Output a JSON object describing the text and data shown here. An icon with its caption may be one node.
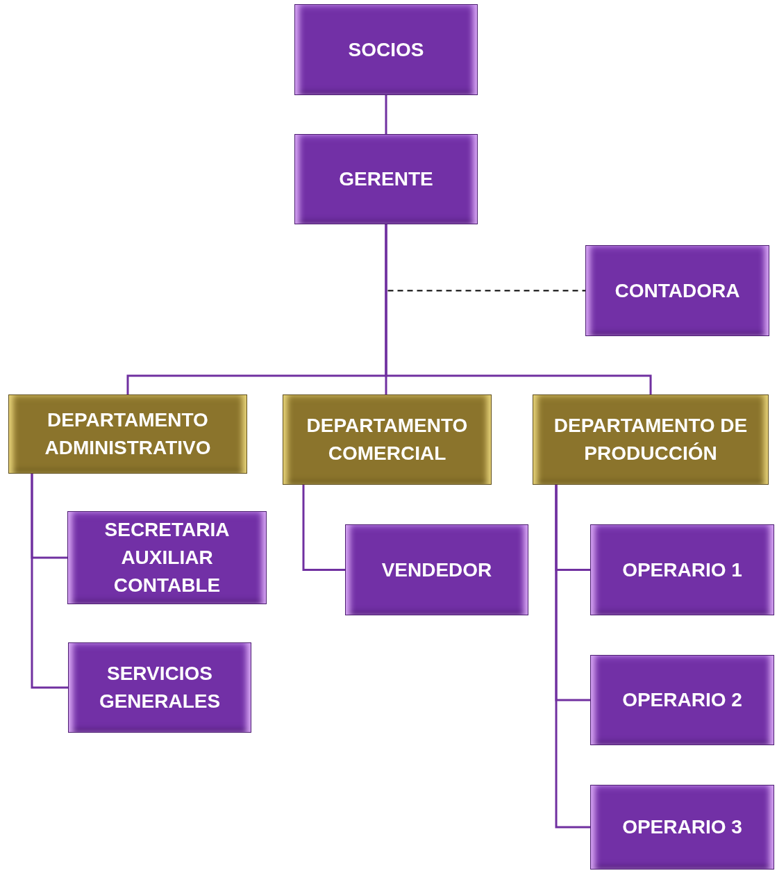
{
  "diagram": {
    "nodes": [
      {
        "text": [
          "SOCIOS"
        ]
      },
      {
        "text": [
          "GERENTE"
        ]
      },
      {
        "text": [
          "CONTADORA"
        ]
      },
      {
        "text": [
          "DEPARTAMENTO ADMINISTRATIVO"
        ]
      },
      {
        "text": [
          "DEPARTAMENTO COMERCIAL"
        ]
      },
      {
        "text": [
          "DEPARTAMENTO DE PRODUCCIÓN"
        ]
      },
      {
        "text": [
          "SECRETARIA AUXILIAR CONTABLE"
        ]
      },
      {
        "text": [
          "SERVICIOS GENERALES"
        ]
      },
      {
        "text": [
          "VENDEDOR"
        ]
      },
      {
        "text": [
          "OPERARIO 1"
        ]
      },
      {
        "text": [
          "OPERARIO 2"
        ]
      },
      {
        "text": [
          "OPERARIO 3"
        ]
      }
    ],
    "edges": [
      {
        "from": 0,
        "to": 1,
        "arrow": "none"
      },
      {
        "from": 1,
        "to": 2,
        "arrow": "none",
        "style": "dashed",
        "color": "#000000"
      },
      {
        "from": 1,
        "to": 3,
        "arrow": "none"
      },
      {
        "from": 1,
        "to": 4,
        "arrow": "none"
      },
      {
        "from": 1,
        "to": 5,
        "arrow": "none"
      },
      {
        "from": 3,
        "to": 6,
        "arrow": "none"
      },
      {
        "from": 3,
        "to": 7,
        "arrow": "none"
      },
      {
        "from": 4,
        "to": 8,
        "arrow": "none"
      },
      {
        "from": 5,
        "to": 9,
        "arrow": "none"
      },
      {
        "from": 5,
        "to": 10,
        "arrow": "none"
      },
      {
        "from": 5,
        "to": 11,
        "arrow": "none"
      }
    ]
  }
}
